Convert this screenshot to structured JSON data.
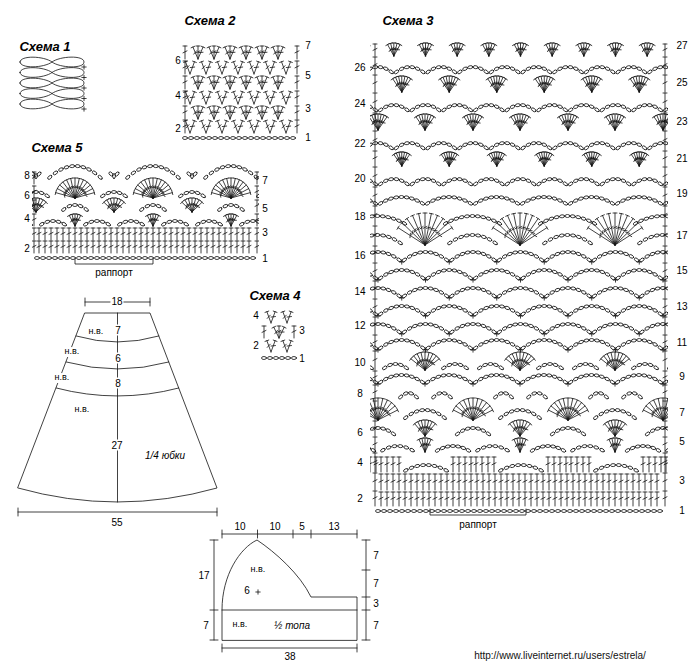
{
  "diagram": {
    "labels": [
      "Схема 1",
      "Схема 2",
      "Схема 3",
      "Схема 5",
      "Схема 4",
      "7",
      "6",
      "5",
      "4",
      "3",
      "2",
      "1",
      "27",
      "26",
      "25",
      "24",
      "23",
      "22",
      "21",
      "20",
      "19",
      "18",
      "17",
      "16",
      "15",
      "14",
      "13",
      "12",
      "11",
      "10",
      "9",
      "8",
      "7",
      "6",
      "5",
      "4",
      "3",
      "2",
      "1",
      "раппорт",
      "8",
      "7",
      "6",
      "5",
      "4",
      "3",
      "2",
      "1",
      "раппорт",
      "4",
      "3",
      "2",
      "1",
      "18",
      "н.в.",
      "7",
      "6",
      "н.в.",
      "н.в.",
      "8",
      "н.в.",
      "27",
      "1/4 юбки",
      "55",
      "10",
      "10",
      "5",
      "13",
      "17",
      "7",
      "7",
      "7",
      "3",
      "7",
      "н.в.",
      "6",
      "н.в.",
      "½ топа",
      "38",
      "http://www.liveinternet.ru/users/estrela/"
    ]
  }
}
